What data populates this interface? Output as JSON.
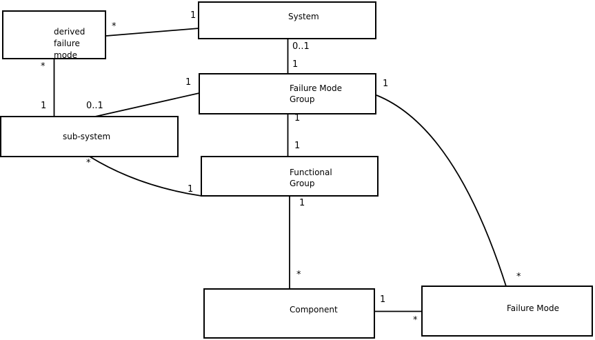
{
  "diagram_type": "class-association-diagram",
  "colors": {
    "line": "#000000",
    "background": "#ffffff",
    "text": "#000000"
  },
  "nodes": [
    {
      "id": "derived-failure-mode",
      "label": "derived\nfailure\nmode"
    },
    {
      "id": "system",
      "label": "System"
    },
    {
      "id": "failure-mode-group",
      "label": "Failure Mode\nGroup"
    },
    {
      "id": "sub-system",
      "label": "sub-system"
    },
    {
      "id": "functional-group",
      "label": "Functional\nGroup"
    },
    {
      "id": "component",
      "label": "Component"
    },
    {
      "id": "failure-mode",
      "label": "Failure Mode"
    }
  ],
  "edges": [
    {
      "from": "derived failure mode",
      "to": "System",
      "from_mult": "*",
      "to_mult": "1"
    },
    {
      "from": "System",
      "to": "Failure Mode Group",
      "from_mult": "0..1",
      "to_mult": "1"
    },
    {
      "from": "Failure Mode Group",
      "to": "sub-system",
      "from_mult": "1",
      "to_mult": "0..1"
    },
    {
      "from": "derived failure mode",
      "to": "sub-system",
      "from_mult": "*",
      "to_mult": "1"
    },
    {
      "from": "sub-system",
      "to": "Functional Group",
      "from_mult": "*",
      "to_mult": "1"
    },
    {
      "from": "Failure Mode Group",
      "to": "Functional Group",
      "from_mult": "1",
      "to_mult": "1"
    },
    {
      "from": "Functional Group",
      "to": "Component",
      "from_mult": "1",
      "to_mult": "*"
    },
    {
      "from": "Component",
      "to": "Failure Mode",
      "from_mult": "1",
      "to_mult": "*"
    },
    {
      "from": "Failure Mode Group",
      "to": "Failure Mode",
      "from_mult": "1",
      "to_mult": "*"
    }
  ]
}
